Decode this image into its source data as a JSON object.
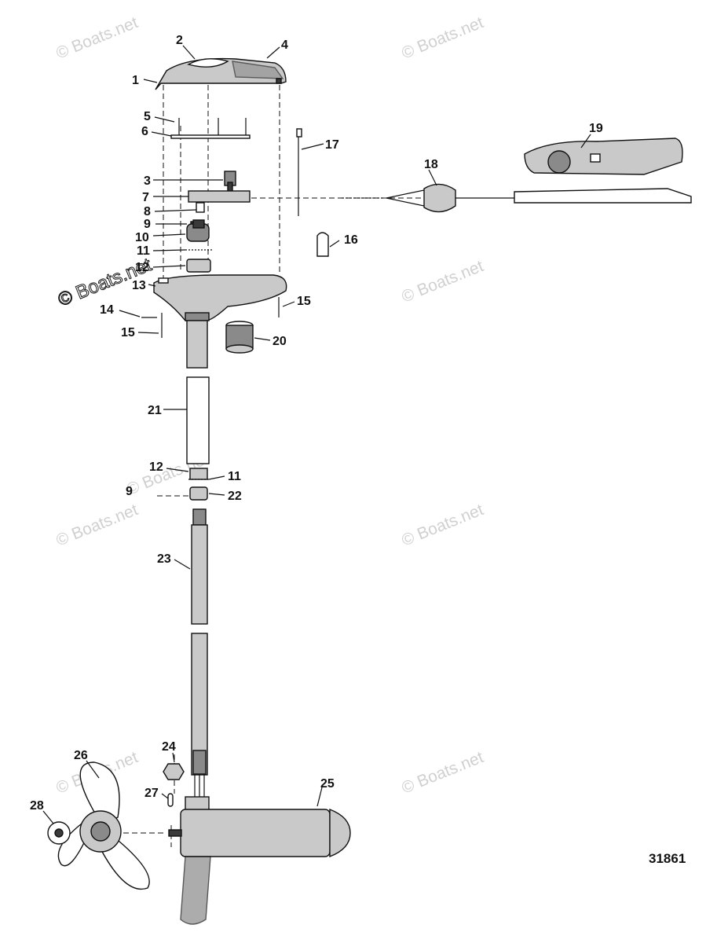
{
  "figure_number": "31861",
  "watermarks": [
    "© Boats.net",
    "© Boats.net",
    "© Boats.net",
    "© Boats.net",
    "© Boats.net",
    "© Boats.net",
    "© Boats.net",
    "© Boats.net",
    "© Boats.net"
  ],
  "callouts": [
    "1",
    "2",
    "3",
    "4",
    "5",
    "6",
    "7",
    "8",
    "9",
    "10",
    "11",
    "12",
    "13",
    "14",
    "15",
    "15",
    "16",
    "17",
    "18",
    "19",
    "20",
    "21",
    "12",
    "11",
    "9",
    "22",
    "23",
    "24",
    "25",
    "26",
    "27",
    "28"
  ]
}
